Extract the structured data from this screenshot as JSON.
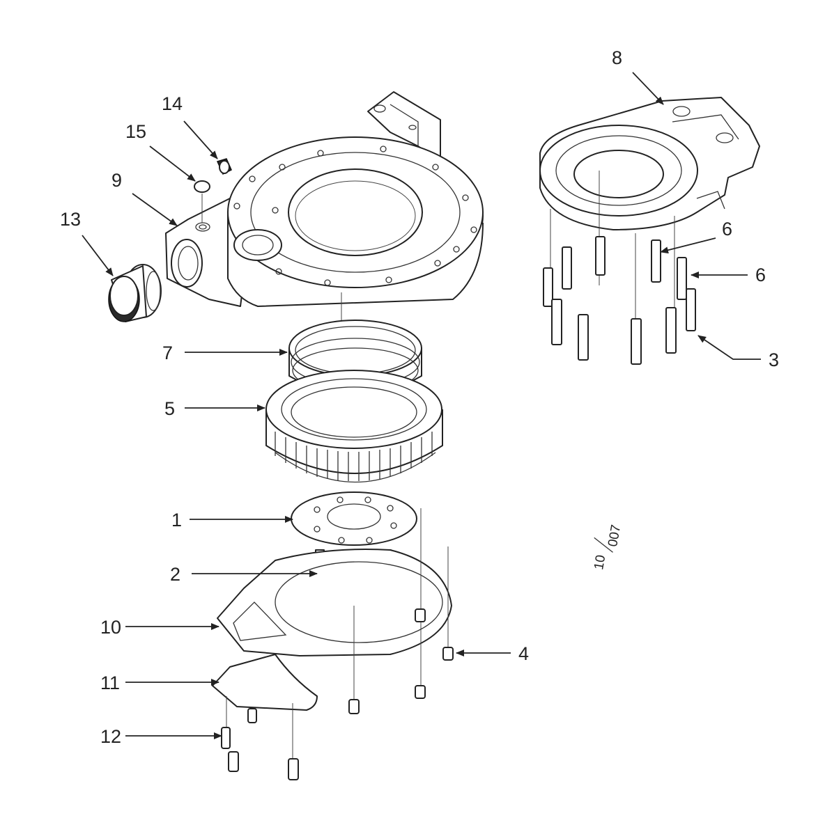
{
  "callouts": [
    {
      "id": "c1",
      "label": "1"
    },
    {
      "id": "c2",
      "label": "2"
    },
    {
      "id": "c3",
      "label": "3"
    },
    {
      "id": "c4",
      "label": "4"
    },
    {
      "id": "c5",
      "label": "5"
    },
    {
      "id": "c6a",
      "label": "6"
    },
    {
      "id": "c6b",
      "label": "6"
    },
    {
      "id": "c7",
      "label": "7"
    },
    {
      "id": "c8",
      "label": "8"
    },
    {
      "id": "c9",
      "label": "9"
    },
    {
      "id": "c10",
      "label": "10"
    },
    {
      "id": "c11",
      "label": "11"
    },
    {
      "id": "c12",
      "label": "12"
    },
    {
      "id": "c13",
      "label": "13"
    },
    {
      "id": "c14",
      "label": "14"
    },
    {
      "id": "c15",
      "label": "15"
    }
  ],
  "drawing_code": {
    "numerator": "10",
    "denominator": "007"
  }
}
